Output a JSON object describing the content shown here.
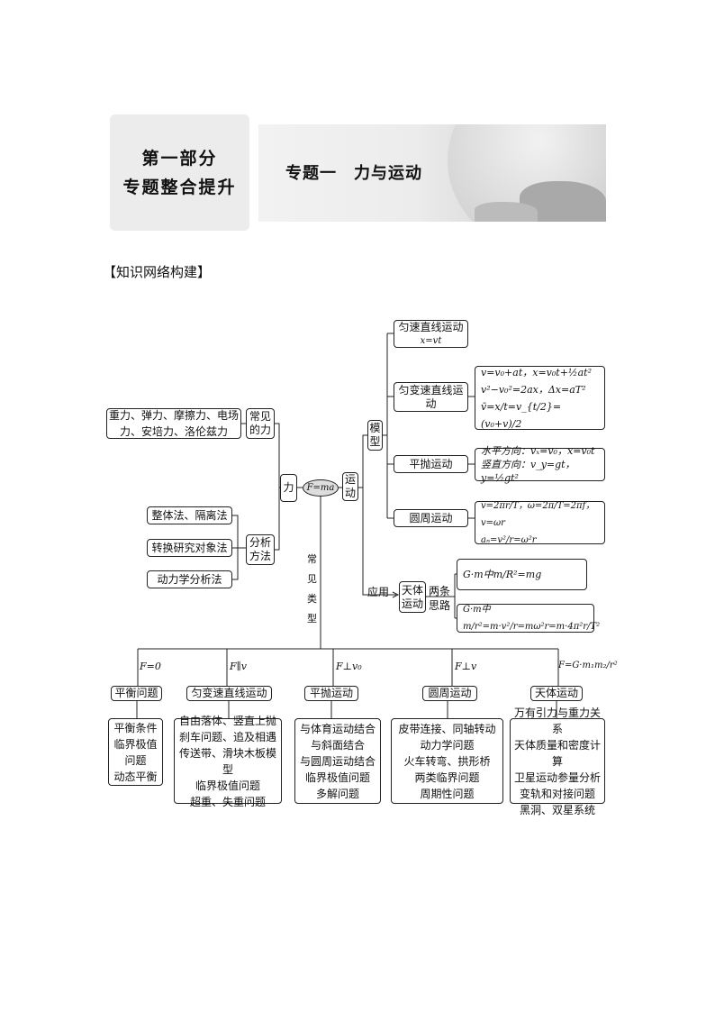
{
  "header": {
    "part_line1": "第一部分",
    "part_line2": "专题整合提升",
    "banner_title": "专题一　力与运动"
  },
  "section_heading": "【知识网络构建】",
  "diagram": {
    "center": "F=ma",
    "force": "力",
    "common_forces": {
      "label": "常见的力",
      "content": "重力、弹力、摩擦力、电场力、安培力、洛伦兹力"
    },
    "analysis": {
      "label": "分析方法",
      "methods": [
        "整体法、隔离法",
        "转换研究对象法",
        "动力学分析法"
      ]
    },
    "motion": "运动",
    "model": "模型",
    "models": [
      {
        "name": "匀速直线运动",
        "formula": [
          "x=vt"
        ]
      },
      {
        "name": "匀变速直线运动",
        "formula": [
          "v=v₀+at，x=v₀t+½at²",
          "v²−v₀²=2ax，Δx=aT²",
          "v̄=x/t=v_{t/2}=(v₀+v)/2"
        ]
      },
      {
        "name": "平抛运动",
        "formula": [
          "水平方向：vₓ=v₀，x=v₀t",
          "竖直方向：v_y=gt，y=½gt²"
        ]
      },
      {
        "name": "圆周运动",
        "formula": [
          "v=2πr/T，ω=2π/T=2πf，v=ωr",
          "aₙ=v²/r=ω²r"
        ]
      }
    ],
    "application": "应用",
    "celestial": {
      "label": "天体运动",
      "two_ways": "两条思路",
      "formulas": [
        "G·m中m/R²=mg",
        "G·m中m/r²=m·v²/r=mω²r=m·4π²r/T²"
      ]
    },
    "common_types": "常见类型",
    "types": [
      {
        "condition": "F=0",
        "name": "平衡问题",
        "items": [
          "平衡条件",
          "临界极值",
          "问题",
          "动态平衡"
        ]
      },
      {
        "condition": "F∥v",
        "name": "匀变速直线运动",
        "items": [
          "自由落体、竖直上抛",
          "刹车问题、追及相遇",
          "传送带、滑块木板模型",
          "临界极值问题",
          "超重、失重问题"
        ]
      },
      {
        "condition": "F⊥v₀",
        "name": "平抛运动",
        "items": [
          "与体育运动结合",
          "与斜面结合",
          "与圆周运动结合",
          "临界极值问题",
          "多解问题"
        ]
      },
      {
        "condition": "F⊥v",
        "name": "圆周运动",
        "items": [
          "皮带连接、同轴转动",
          "动力学问题",
          "火车转弯、拱形桥",
          "两类临界问题",
          "周期性问题"
        ]
      },
      {
        "condition": "F=G·m₁m₂/r²",
        "name": "天体运动",
        "items": [
          "万有引力与重力关系",
          "天体质量和密度计算",
          "卫星运动参量分析",
          "变轨和对接问题",
          "黑洞、双星系统"
        ]
      }
    ]
  }
}
